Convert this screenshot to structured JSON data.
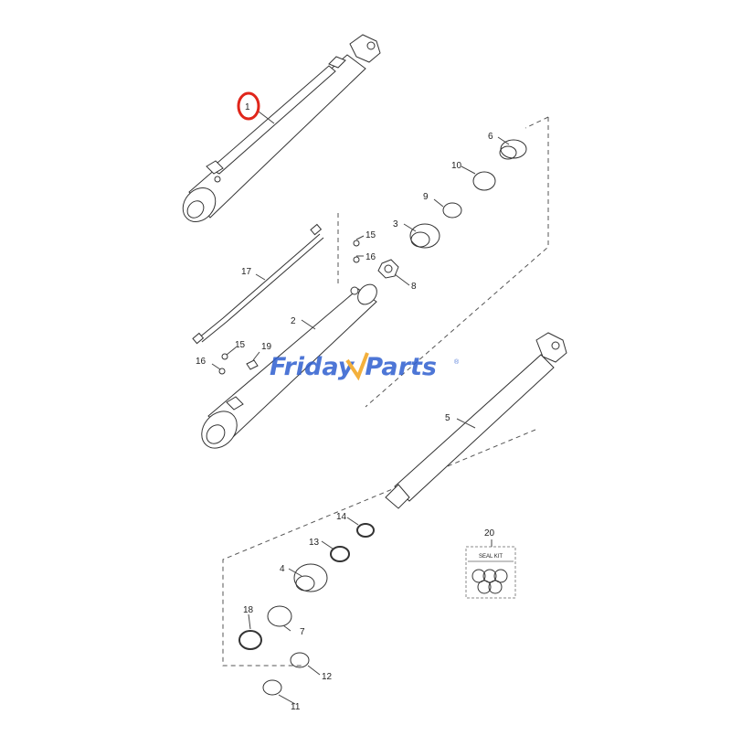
{
  "diagram": {
    "callouts": [
      "1",
      "2",
      "3",
      "4",
      "5",
      "6",
      "7",
      "8",
      "9",
      "10",
      "11",
      "12",
      "13",
      "14",
      "15",
      "16",
      "17",
      "18",
      "19",
      "20"
    ],
    "callout_2nd": {
      "15": "15",
      "16": "16"
    },
    "highlighted_callout": "1",
    "highlight_color": "#e0261b",
    "seal_kit_label": "SEAL KIT"
  },
  "watermark": {
    "text_a": "Friday",
    "text_b": "Parts",
    "reg": "®",
    "color": "#2f5fd0"
  }
}
